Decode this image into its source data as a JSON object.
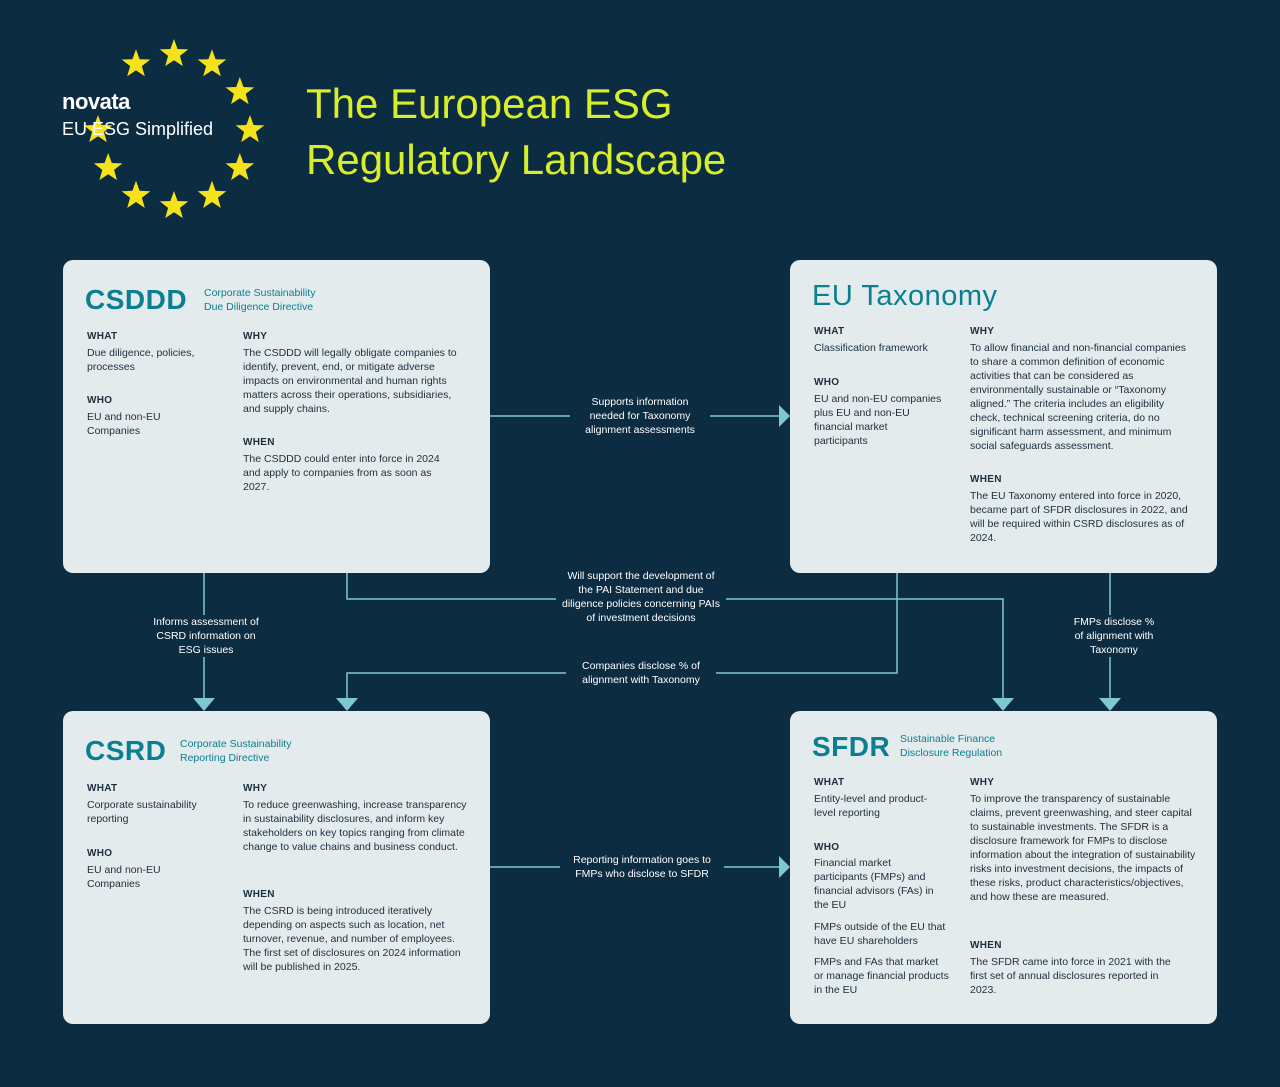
{
  "header": {
    "brand": "novata",
    "tagline": "EU ESG Simplified",
    "title_line1": "The European ESG",
    "title_line2": "Regulatory Landscape",
    "star_color": "#f5e21a",
    "title_color": "#d8ee2a"
  },
  "colors": {
    "background": "#0c2c42",
    "card": "#e3ebed",
    "accent": "#0b7f92",
    "connector": "#7ec9cf"
  },
  "cards": {
    "csddd": {
      "title": "CSDDD",
      "subtitle1": "Corporate Sustainability",
      "subtitle2": "Due Diligence Directive",
      "what_label": "WHAT",
      "what": "Due diligence, policies, processes",
      "who_label": "WHO",
      "who": "EU and non-EU Companies",
      "why_label": "WHY",
      "why": "The CSDDD will legally obligate companies to identify, prevent, end, or mitigate adverse impacts on environmental and human rights matters across their operations, subsidiaries, and supply chains.",
      "when_label": "WHEN",
      "when": "The CSDDD could enter into force in 2024 and apply to companies from as soon as 2027."
    },
    "taxonomy": {
      "title": "EU Taxonomy",
      "what_label": "WHAT",
      "what": "Classification framework",
      "who_label": "WHO",
      "who": "EU and non-EU companies plus EU and non-EU financial market participants",
      "why_label": "WHY",
      "why": "To allow financial and non-financial companies to share a common definition of economic activities that can be considered as environmentally sustainable or “Taxonomy aligned.” The criteria includes an eligibility check, technical screening criteria, do no significant harm assessment, and minimum social safeguards assessment.",
      "when_label": "WHEN",
      "when": "The EU Taxonomy entered into force in 2020, became part of SFDR disclosures in 2022, and will be required within CSRD disclosures as of 2024."
    },
    "csrd": {
      "title": "CSRD",
      "subtitle1": "Corporate Sustainability",
      "subtitle2": "Reporting Directive",
      "what_label": "WHAT",
      "what": "Corporate sustainability reporting",
      "who_label": "WHO",
      "who": "EU and non-EU Companies",
      "why_label": "WHY",
      "why": "To reduce greenwashing, increase transparency in sustainability disclosures, and inform key stakeholders on key topics ranging from climate change to value chains and business conduct.",
      "when_label": "WHEN",
      "when": "The CSRD is being introduced iteratively depending on aspects such as location, net turnover, revenue, and number of employees. The first set of disclosures on 2024 information will be published in 2025."
    },
    "sfdr": {
      "title": "SFDR",
      "subtitle1": "Sustainable Finance",
      "subtitle2": "Disclosure Regulation",
      "what_label": "WHAT",
      "what": "Entity-level and product-level reporting",
      "who_label": "WHO",
      "who1": "Financial market participants (FMPs) and financial advisors (FAs) in the EU",
      "who2": "FMPs outside of the EU that have EU shareholders",
      "who3": "FMPs and FAs that market or manage financial products in the EU",
      "why_label": "WHY",
      "why": "To improve the transparency of sustainable claims, prevent greenwashing, and steer capital to sustainable investments. The SFDR is a disclosure framework for FMPs to disclose information about the integration of sustainability risks into investment decisions, the impacts of these risks, product characteristics/objectives, and how these are measured.",
      "when_label": "WHEN",
      "when": "The SFDR came into force in 2021 with the first set of annual disclosures reported in 2023."
    }
  },
  "connectors": {
    "csddd_taxonomy": "Supports information needed for Taxonomy alignment assessments",
    "csddd_csrd": "Informs assessment of CSRD information on ESG issues",
    "csddd_sfdr": "Will support the development of the PAI Statement and due diligence policies concerning PAIs of investment decisions",
    "taxonomy_csrd": "Companies disclose % of alignment with Taxonomy",
    "taxonomy_sfdr": "FMPs disclose % of alignment with Taxonomy",
    "csrd_sfdr": "Reporting information goes to FMPs who disclose to SFDR"
  }
}
